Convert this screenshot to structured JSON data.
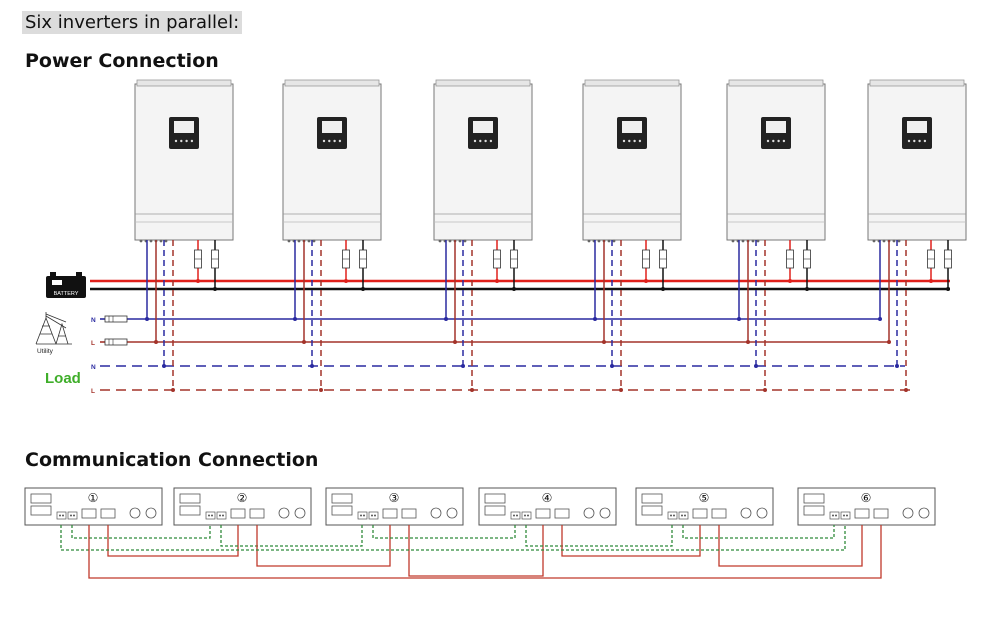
{
  "titles": {
    "page": "Six inverters in parallel:",
    "power": "Power Connection",
    "communication": "Communication Connection"
  },
  "labels": {
    "battery": "BATTERY",
    "utility": "Utility",
    "load": "Load",
    "neutral": "N",
    "live": "L"
  },
  "inverters": [
    {
      "id": 1
    },
    {
      "id": 2
    },
    {
      "id": 3
    },
    {
      "id": 4
    },
    {
      "id": 5
    },
    {
      "id": 6
    }
  ],
  "comm_units": [
    {
      "number": "①"
    },
    {
      "number": "②"
    },
    {
      "number": "③"
    },
    {
      "number": "④"
    },
    {
      "number": "⑤"
    },
    {
      "number": "⑥"
    }
  ],
  "colors": {
    "battery_positive": "#e0201b",
    "battery_negative": "#111111",
    "neutral": "#2a2aa0",
    "live": "#a3332a",
    "load_label": "#3fae2a",
    "comm_green": "#2f8a3a",
    "comm_red": "#c0392b"
  }
}
